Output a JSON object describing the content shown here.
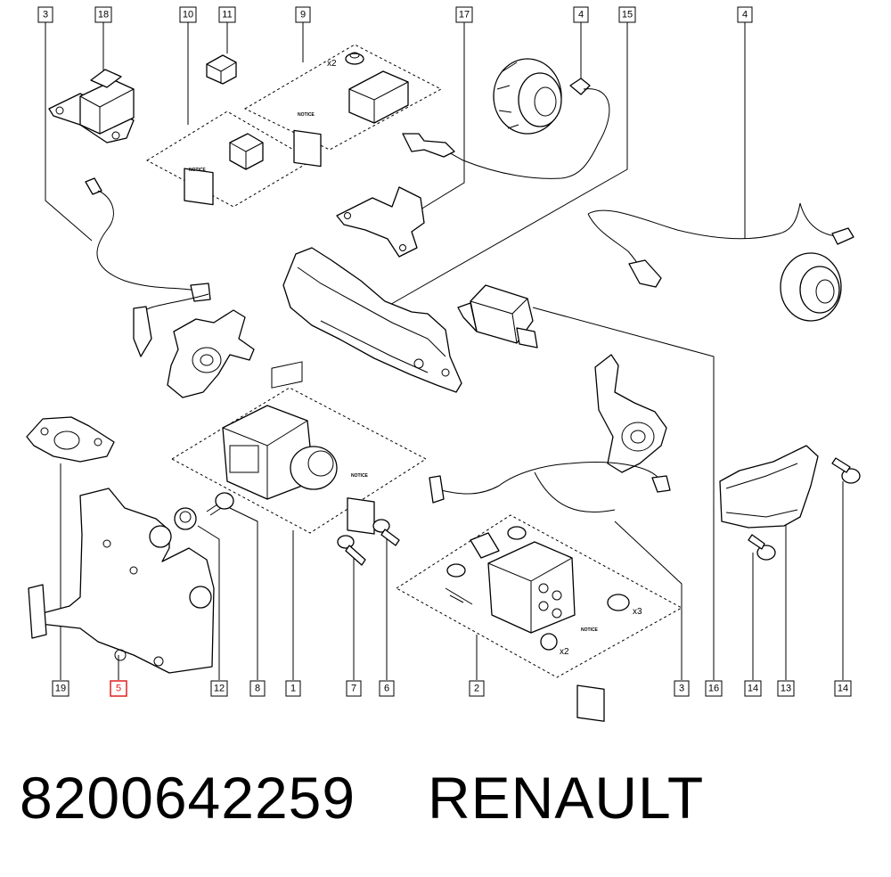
{
  "part_number": "8200642259",
  "brand": "RENAULT",
  "qty_labels": {
    "x2_top": "x2",
    "x3": "x3",
    "x2_bottom": "x2"
  },
  "notice_text": "NOTICE",
  "highlight_color": "#e02020",
  "callouts": [
    {
      "id": "c-3-top",
      "text": "3"
    },
    {
      "id": "c-18",
      "text": "18"
    },
    {
      "id": "c-10",
      "text": "10"
    },
    {
      "id": "c-11",
      "text": "11"
    },
    {
      "id": "c-9",
      "text": "9"
    },
    {
      "id": "c-17",
      "text": "17"
    },
    {
      "id": "c-4-a",
      "text": "4"
    },
    {
      "id": "c-15",
      "text": "15"
    },
    {
      "id": "c-4-b",
      "text": "4"
    },
    {
      "id": "c-19",
      "text": "19"
    },
    {
      "id": "c-5",
      "text": "5",
      "highlighted": true
    },
    {
      "id": "c-12",
      "text": "12"
    },
    {
      "id": "c-8",
      "text": "8"
    },
    {
      "id": "c-1",
      "text": "1"
    },
    {
      "id": "c-7",
      "text": "7"
    },
    {
      "id": "c-6",
      "text": "6"
    },
    {
      "id": "c-2",
      "text": "2"
    },
    {
      "id": "c-3-bottom",
      "text": "3"
    },
    {
      "id": "c-16",
      "text": "16"
    },
    {
      "id": "c-14-a",
      "text": "14"
    },
    {
      "id": "c-13",
      "text": "13"
    },
    {
      "id": "c-14-b",
      "text": "14"
    }
  ]
}
